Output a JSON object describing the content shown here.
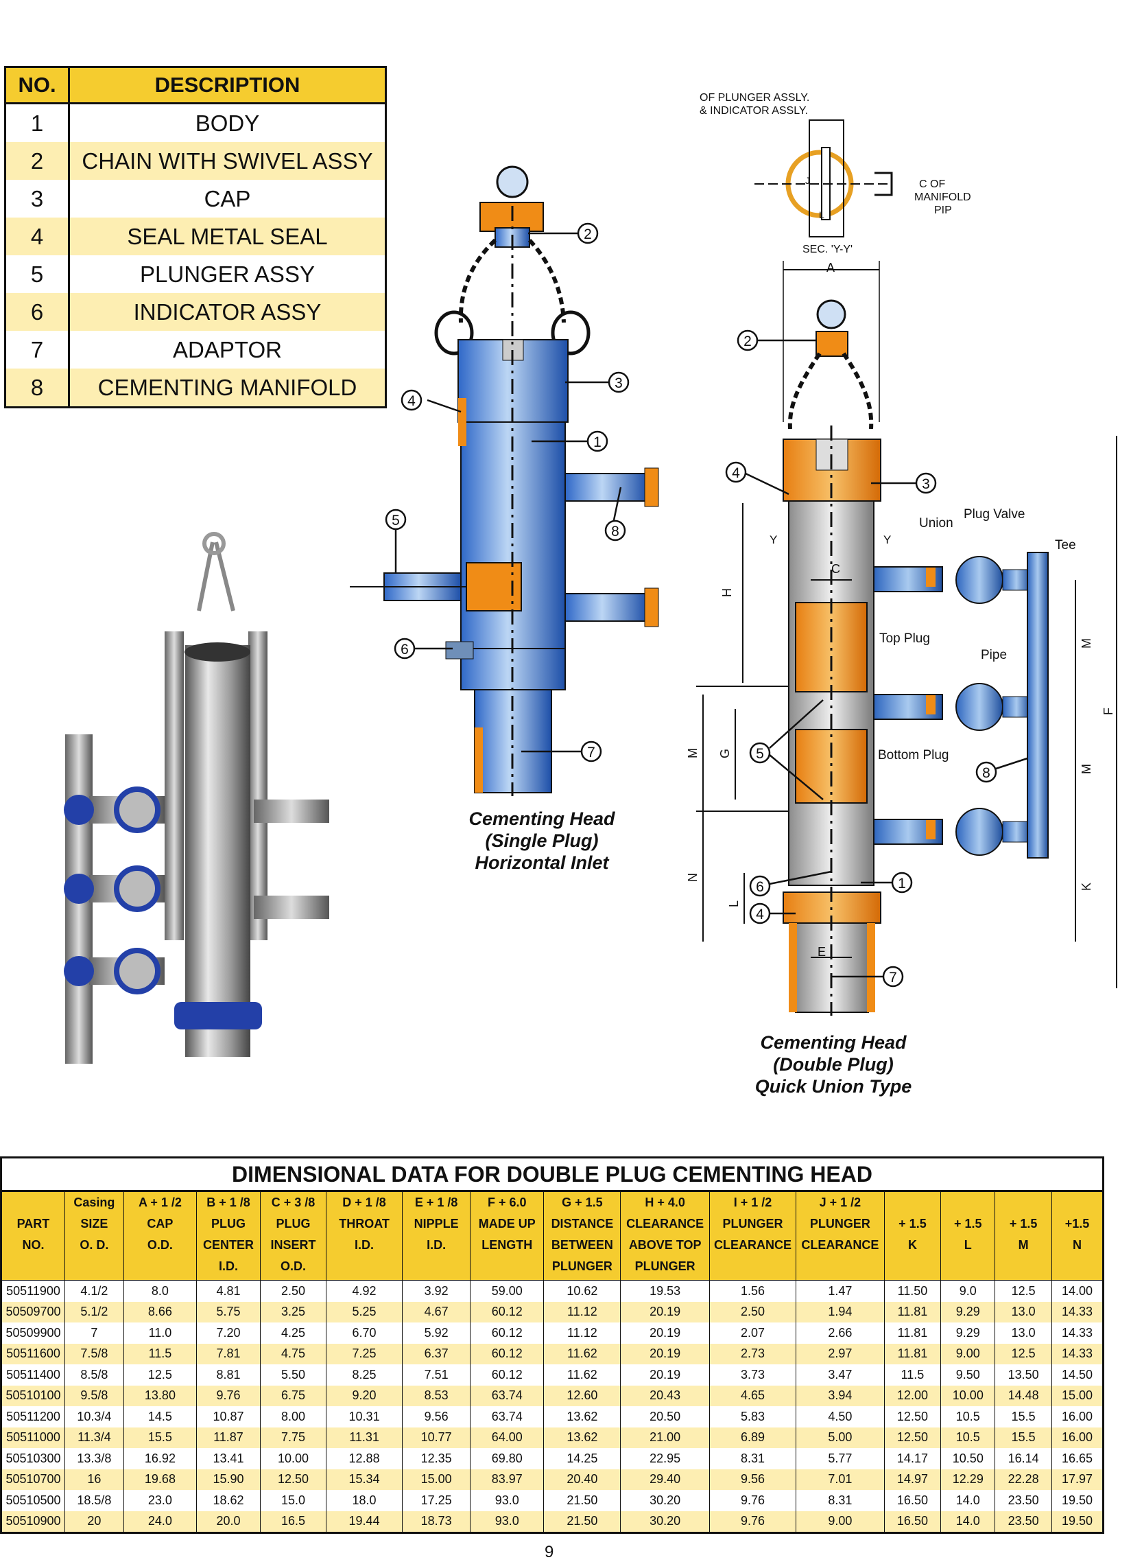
{
  "parts_table": {
    "headers": {
      "no": "NO.",
      "description": "DESCRIPTION"
    },
    "rows": [
      {
        "no": "1",
        "description": "BODY"
      },
      {
        "no": "2",
        "description": "CHAIN WITH SWIVEL ASSY"
      },
      {
        "no": "3",
        "description": "CAP"
      },
      {
        "no": "4",
        "description": "SEAL METAL SEAL"
      },
      {
        "no": "5",
        "description": "PLUNGER ASSY"
      },
      {
        "no": "6",
        "description": "INDICATOR ASSY"
      },
      {
        "no": "7",
        "description": "ADAPTOR"
      },
      {
        "no": "8",
        "description": "CEMENTING MANIFOLD"
      }
    ]
  },
  "single_plug": {
    "caption": [
      "Cementing Head",
      "(Single Plug)",
      "Horizontal Inlet"
    ],
    "callouts": [
      "1",
      "2",
      "3",
      "4",
      "5",
      "6",
      "7",
      "8"
    ]
  },
  "double_plug": {
    "caption": [
      "Cementing Head",
      "(Double Plug)",
      "Quick Union Type"
    ],
    "section": {
      "note_line1": "OF PLUNGER ASSLY.",
      "note_line2": "& INDICATOR ASSLY.",
      "manifold_line1": "C OF",
      "manifold_line2": "MANIFOLD",
      "manifold_line3": "PIP",
      "label": "SEC. 'Y-Y'",
      "j": "J",
      "l": "L"
    },
    "labels": {
      "union": "Union",
      "plug_valve": "Plug Valve",
      "tee": "Tee",
      "pipe": "Pipe",
      "top_plug": "Top Plug",
      "bottom_plug": "Bottom Plug",
      "y_left": "Y",
      "y_right": "Y"
    },
    "dims": {
      "a": "A",
      "c": "C",
      "e": "E",
      "f": "F",
      "g": "G",
      "h": "H",
      "k": "K",
      "l": "L",
      "m1": "M",
      "m2": "M",
      "m3": "M",
      "n": "N"
    }
  },
  "dimension_table": {
    "title": "DIMENSIONAL DATA FOR DOUBLE PLUG CEMENTING HEAD",
    "columns": [
      [
        "",
        "PART",
        "NO.",
        ""
      ],
      [
        "Casing",
        "SIZE",
        "O. D.",
        ""
      ],
      [
        "A + 1 /2",
        "CAP",
        "O.D.",
        ""
      ],
      [
        "B + 1 /8",
        "PLUG",
        "CENTER",
        "I.D."
      ],
      [
        "C + 3 /8",
        "PLUG",
        "INSERT",
        "O.D."
      ],
      [
        "D + 1 /8",
        "THROAT",
        "I.D.",
        ""
      ],
      [
        "E + 1 /8",
        "NIPPLE",
        "I.D.",
        ""
      ],
      [
        "F + 6.0",
        "MADE UP",
        "LENGTH",
        ""
      ],
      [
        "G + 1.5",
        "DISTANCE",
        "BETWEEN",
        "PLUNGER"
      ],
      [
        "H + 4.0",
        "CLEARANCE",
        "ABOVE TOP",
        "PLUNGER"
      ],
      [
        "I + 1 /2",
        "PLUNGER",
        "CLEARANCE",
        ""
      ],
      [
        "J + 1 /2",
        "PLUNGER",
        "CLEARANCE",
        ""
      ],
      [
        "",
        "+ 1.5",
        "K",
        ""
      ],
      [
        "",
        "+ 1.5",
        "L",
        ""
      ],
      [
        "",
        "+ 1.5",
        "M",
        ""
      ],
      [
        "",
        "+1.5",
        "N",
        ""
      ]
    ],
    "rows": [
      [
        "50511900",
        "4.1/2",
        "8.0",
        "4.81",
        "2.50",
        "4.92",
        "3.92",
        "59.00",
        "10.62",
        "19.53",
        "1.56",
        "1.47",
        "11.50",
        "9.0",
        "12.5",
        "14.00"
      ],
      [
        "50509700",
        "5.1/2",
        "8.66",
        "5.75",
        "3.25",
        "5.25",
        "4.67",
        "60.12",
        "11.12",
        "20.19",
        "2.50",
        "1.94",
        "11.81",
        "9.29",
        "13.0",
        "14.33"
      ],
      [
        "50509900",
        "7",
        "11.0",
        "7.20",
        "4.25",
        "6.70",
        "5.92",
        "60.12",
        "11.12",
        "20.19",
        "2.07",
        "2.66",
        "11.81",
        "9.29",
        "13.0",
        "14.33"
      ],
      [
        "50511600",
        "7.5/8",
        "11.5",
        "7.81",
        "4.75",
        "7.25",
        "6.37",
        "60.12",
        "11.62",
        "20.19",
        "2.73",
        "2.97",
        "11.81",
        "9.00",
        "12.5",
        "14.33"
      ],
      [
        "50511400",
        "8.5/8",
        "12.5",
        "8.81",
        "5.50",
        "8.25",
        "7.51",
        "60.12",
        "11.62",
        "20.19",
        "3.73",
        "3.47",
        "11.5",
        "9.50",
        "13.50",
        "14.50"
      ],
      [
        "50510100",
        "9.5/8",
        "13.80",
        "9.76",
        "6.75",
        "9.20",
        "8.53",
        "63.74",
        "12.60",
        "20.43",
        "4.65",
        "3.94",
        "12.00",
        "10.00",
        "14.48",
        "15.00"
      ],
      [
        "50511200",
        "10.3/4",
        "14.5",
        "10.87",
        "8.00",
        "10.31",
        "9.56",
        "63.74",
        "13.62",
        "20.50",
        "5.83",
        "4.50",
        "12.50",
        "10.5",
        "15.5",
        "16.00"
      ],
      [
        "50511000",
        "11.3/4",
        "15.5",
        "11.87",
        "7.75",
        "11.31",
        "10.77",
        "64.00",
        "13.62",
        "21.00",
        "6.89",
        "5.00",
        "12.50",
        "10.5",
        "15.5",
        "16.00"
      ],
      [
        "50510300",
        "13.3/8",
        "16.92",
        "13.41",
        "10.00",
        "12.88",
        "12.35",
        "69.80",
        "14.25",
        "22.95",
        "8.31",
        "5.77",
        "14.17",
        "10.50",
        "16.14",
        "16.65"
      ],
      [
        "50510700",
        "16",
        "19.68",
        "15.90",
        "12.50",
        "15.34",
        "15.00",
        "83.97",
        "20.40",
        "29.40",
        "9.56",
        "7.01",
        "14.97",
        "12.29",
        "22.28",
        "17.97"
      ],
      [
        "50510500",
        "18.5/8",
        "23.0",
        "18.62",
        "15.0",
        "18.0",
        "17.25",
        "93.0",
        "21.50",
        "30.20",
        "9.76",
        "8.31",
        "16.50",
        "14.0",
        "23.50",
        "19.50"
      ],
      [
        "50510900",
        "20",
        "24.0",
        "20.0",
        "16.5",
        "19.44",
        "18.73",
        "93.0",
        "21.50",
        "30.20",
        "9.76",
        "9.00",
        "16.50",
        "14.0",
        "23.50",
        "19.50"
      ]
    ]
  },
  "page_number": "9"
}
